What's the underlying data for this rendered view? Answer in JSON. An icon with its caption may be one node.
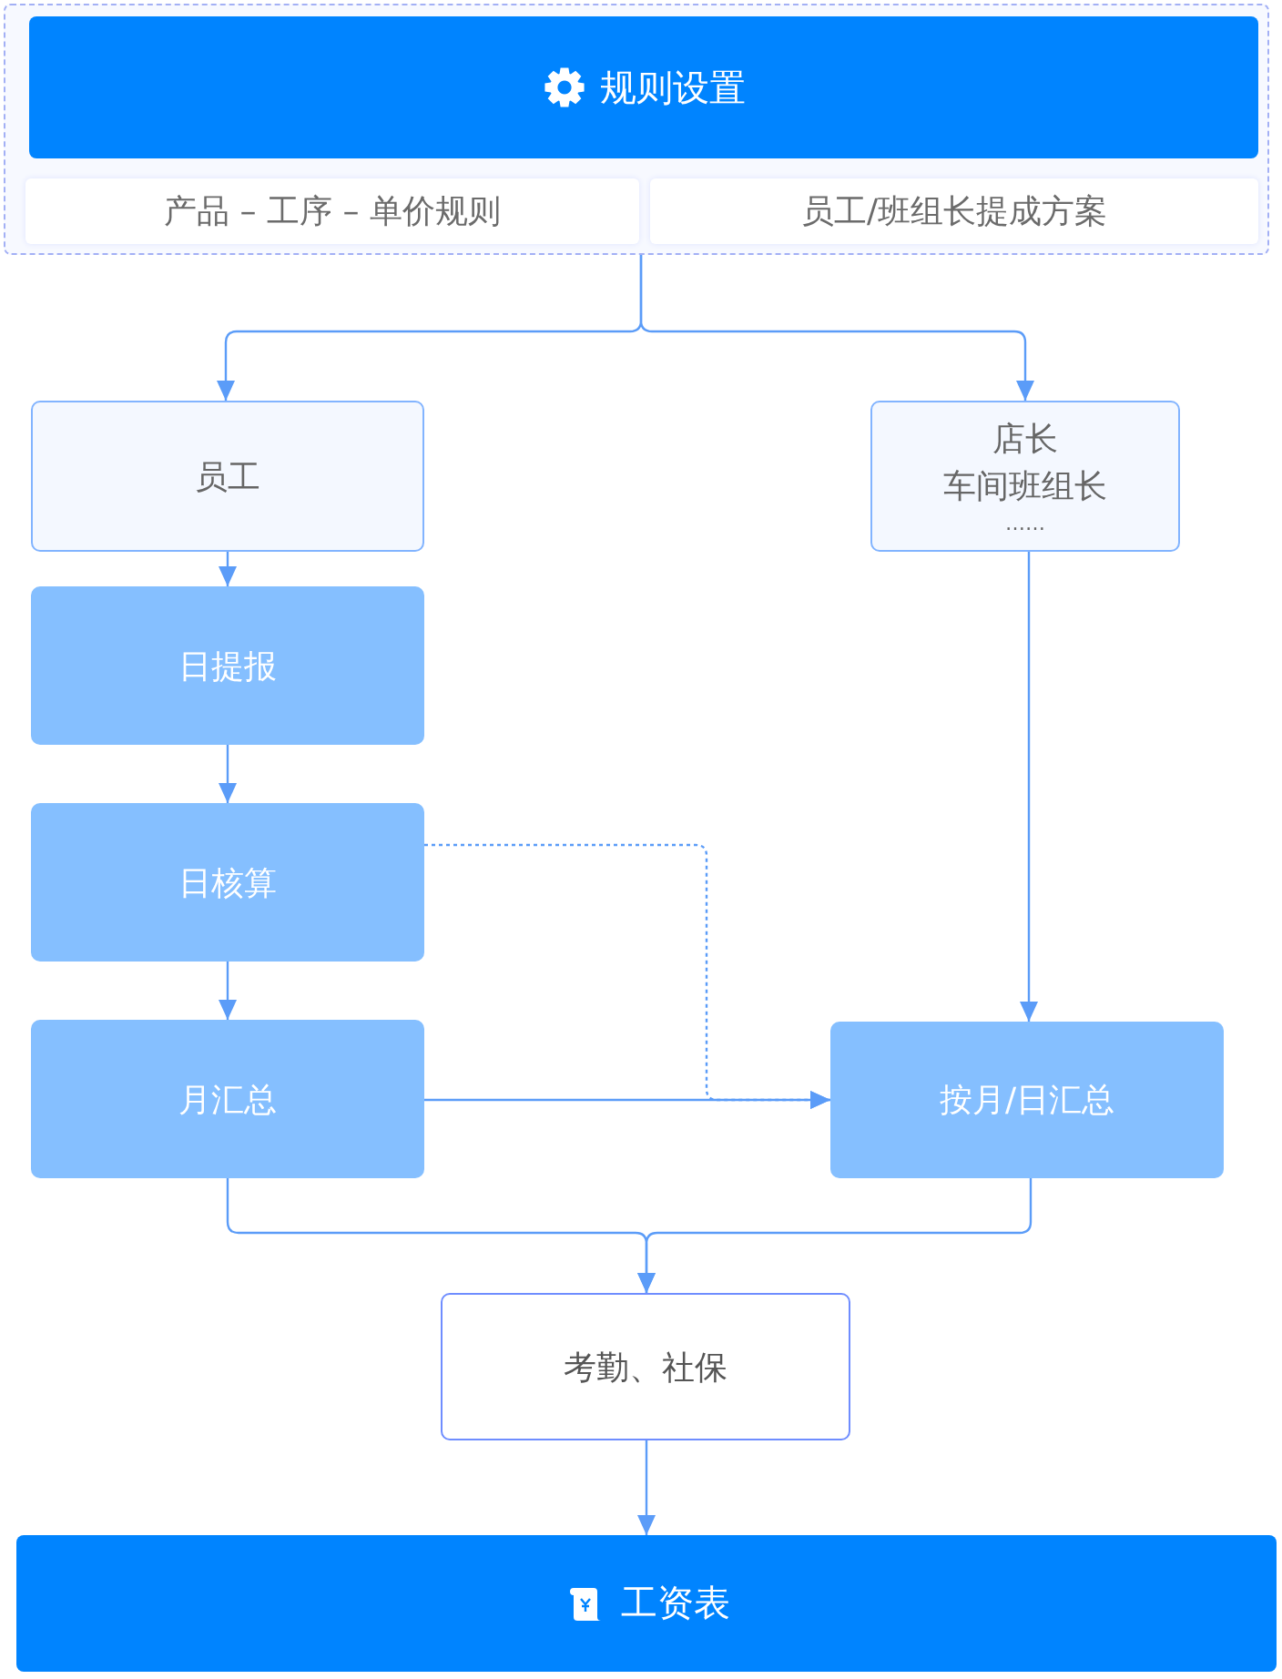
{
  "diagram": {
    "nodes": [
      {
        "text": [],
        "shape": "box"
      },
      {
        "text": [
          "规则设置"
        ],
        "in": 0
      },
      {
        "text": [
          "产品 – 工序 – 单价规则"
        ],
        "in": 0
      },
      {
        "text": [
          "员工/班组长提成方案"
        ],
        "in": 0
      },
      {
        "text": [
          "员工"
        ]
      },
      {
        "text": [
          "店长",
          "车间班组长",
          "……"
        ]
      },
      {
        "text": [
          "日提报"
        ]
      },
      {
        "text": [
          "日核算"
        ]
      },
      {
        "text": [
          "月汇总"
        ]
      },
      {
        "text": [
          "按月/日汇总"
        ]
      },
      {
        "text": [
          "考勤、社保"
        ]
      },
      {
        "text": [
          "工资表"
        ]
      }
    ],
    "edges": [
      {
        "from": 0,
        "to": 4,
        "arrow": "to"
      },
      {
        "from": 0,
        "to": 5,
        "arrow": "to"
      },
      {
        "from": 4,
        "to": 6,
        "arrow": "to"
      },
      {
        "from": 6,
        "to": 7,
        "arrow": "to"
      },
      {
        "from": 7,
        "to": 8,
        "arrow": "to"
      },
      {
        "from": 7,
        "to": 9,
        "arrow": "to",
        "style": "dashed"
      },
      {
        "from": 8,
        "to": 9,
        "arrow": "to"
      },
      {
        "from": 5,
        "to": 9,
        "arrow": "to"
      },
      {
        "from": 8,
        "to": 10,
        "arrow": "to"
      },
      {
        "from": 9,
        "to": 10,
        "arrow": "to"
      },
      {
        "from": 10,
        "to": 11,
        "arrow": "to"
      }
    ]
  }
}
